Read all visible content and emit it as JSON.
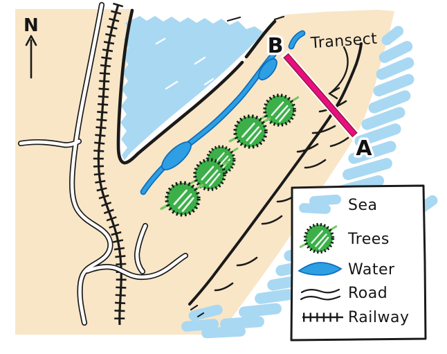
{
  "map": {
    "north_indicator": "N",
    "transect": {
      "label": "Transect",
      "end_b": "B",
      "end_a": "A"
    }
  },
  "legend": {
    "items": [
      {
        "id": "sea",
        "label": "Sea"
      },
      {
        "id": "trees",
        "label": "Trees"
      },
      {
        "id": "water",
        "label": "Water"
      },
      {
        "id": "road",
        "label": "Road"
      },
      {
        "id": "railway",
        "label": "Railway"
      }
    ]
  },
  "colors": {
    "land": "#F8E6C7",
    "sea": "#A9D8F2",
    "water_fill": "#2E9FE2",
    "water_stroke": "#0C6EBE",
    "tree": "#3CAF49",
    "tree_accent": "#77C765",
    "transect": "#EA0D81",
    "ink": "#1A1A1A"
  }
}
